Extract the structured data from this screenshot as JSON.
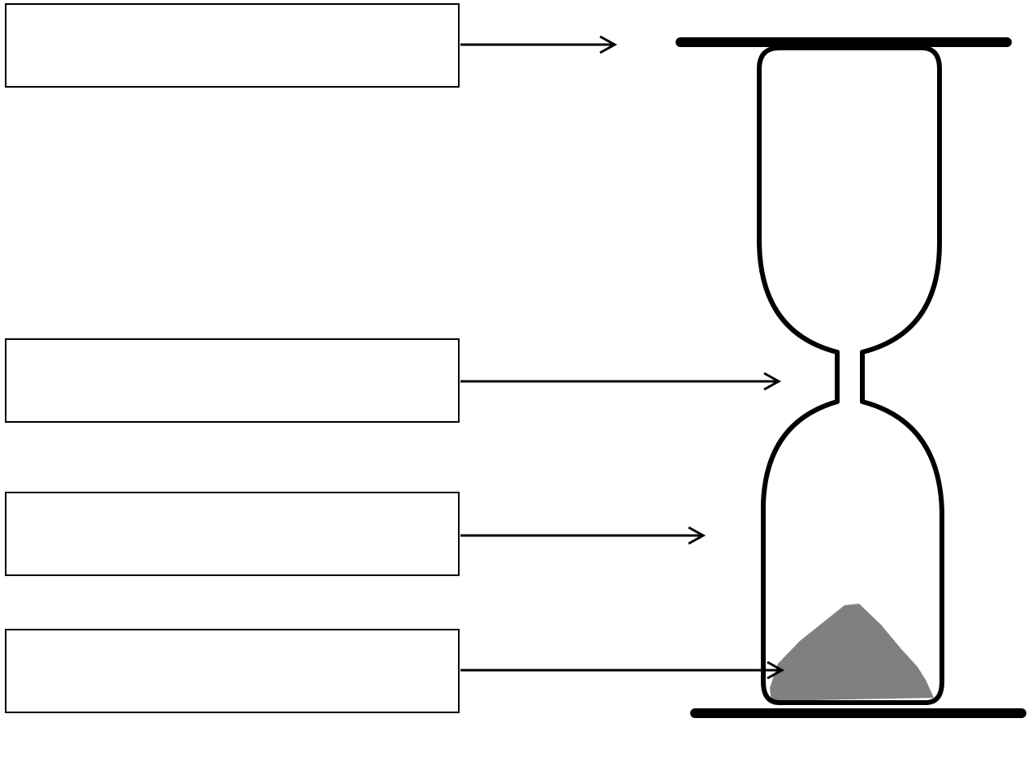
{
  "diagram": {
    "subject": "hourglass",
    "labels": [
      {
        "id": "top-frame",
        "text": ""
      },
      {
        "id": "neck",
        "text": ""
      },
      {
        "id": "lower-bulb",
        "text": ""
      },
      {
        "id": "sand",
        "text": ""
      }
    ],
    "colors": {
      "outline": "#000000",
      "sand": "#808080",
      "background": "#ffffff"
    }
  }
}
